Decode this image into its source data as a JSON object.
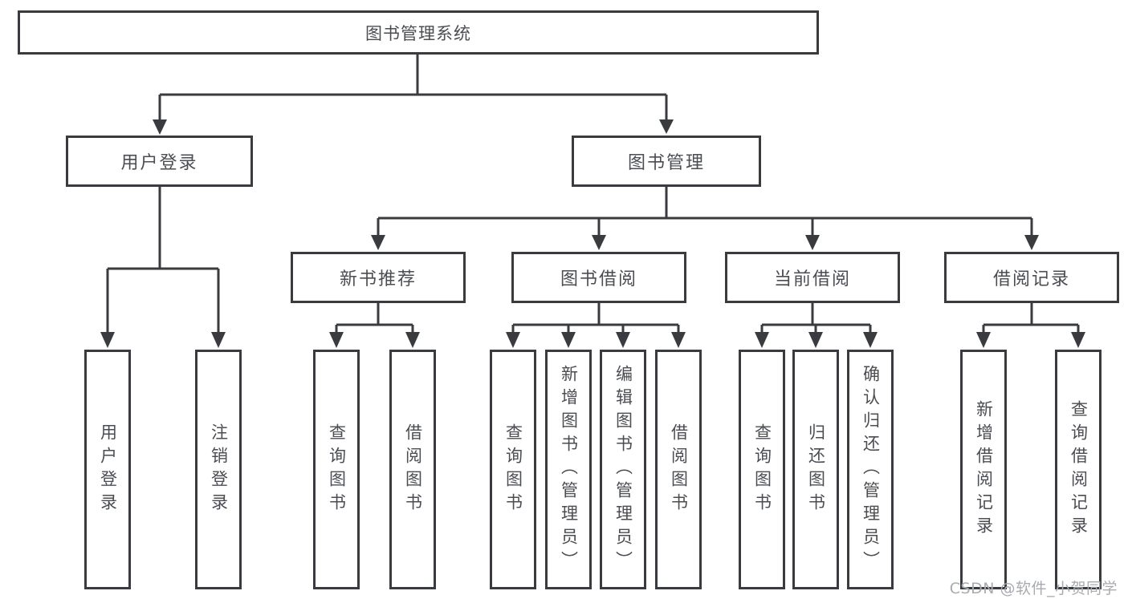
{
  "tree": {
    "label": "图书管理系统",
    "children": [
      {
        "label": "用户登录",
        "children": [
          {
            "label": "用户登录"
          },
          {
            "label": "注销登录"
          }
        ]
      },
      {
        "label": "图书管理",
        "children": [
          {
            "label": "新书推荐",
            "children": [
              {
                "label": "查询图书"
              },
              {
                "label": "借阅图书"
              }
            ]
          },
          {
            "label": "图书借阅",
            "children": [
              {
                "label": "查询图书"
              },
              {
                "label": "新增图书（管理员）"
              },
              {
                "label": "编辑图书（管理员）"
              },
              {
                "label": "借阅图书"
              }
            ]
          },
          {
            "label": "当前借阅",
            "children": [
              {
                "label": "查询图书"
              },
              {
                "label": "归还图书"
              },
              {
                "label": "确认归还（管理员）"
              }
            ]
          },
          {
            "label": "借阅记录",
            "children": [
              {
                "label": "新增借阅记录"
              },
              {
                "label": "查询借阅记录"
              }
            ]
          }
        ]
      }
    ]
  },
  "watermark": {
    "text": "CSDN @软件_小贺同学"
  },
  "colors": {
    "line": "#3a3b3f",
    "text": "#4b4d52",
    "watermark": "#a8abb0",
    "background": "#ffffff"
  }
}
